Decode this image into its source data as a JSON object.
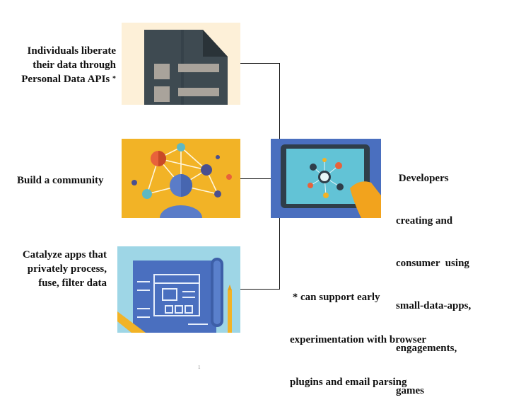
{
  "left_items": [
    {
      "label_lines": [
        "Individuals liberate",
        "their data through",
        "Personal Data APIs"
      ],
      "marker": "*",
      "image_icon": "document-icon"
    },
    {
      "label_lines": [
        "Build a community"
      ],
      "image_icon": "network-icon"
    },
    {
      "label_lines": [
        "Catalyze apps that",
        "privately process,",
        "fuse, filter data"
      ],
      "image_icon": "blueprint-icon"
    }
  ],
  "right_item": {
    "label_lines": [
      " Developers",
      "creating and",
      "consumer  using",
      "small-data-apps,",
      "engagements,",
      "games"
    ],
    "image_icon": "tablet-icon"
  },
  "footnote_lines": [
    " * can support early",
    "experimentation with browser",
    "plugins and email parsing"
  ],
  "page_number": "1",
  "colors": {
    "doc_bg": "#fdf0d8",
    "doc_dark": "#3e4a51",
    "network_bg": "#f2b326",
    "tablet_bg": "#4a6fbf",
    "blueprint_bg": "#9ed6e6"
  }
}
